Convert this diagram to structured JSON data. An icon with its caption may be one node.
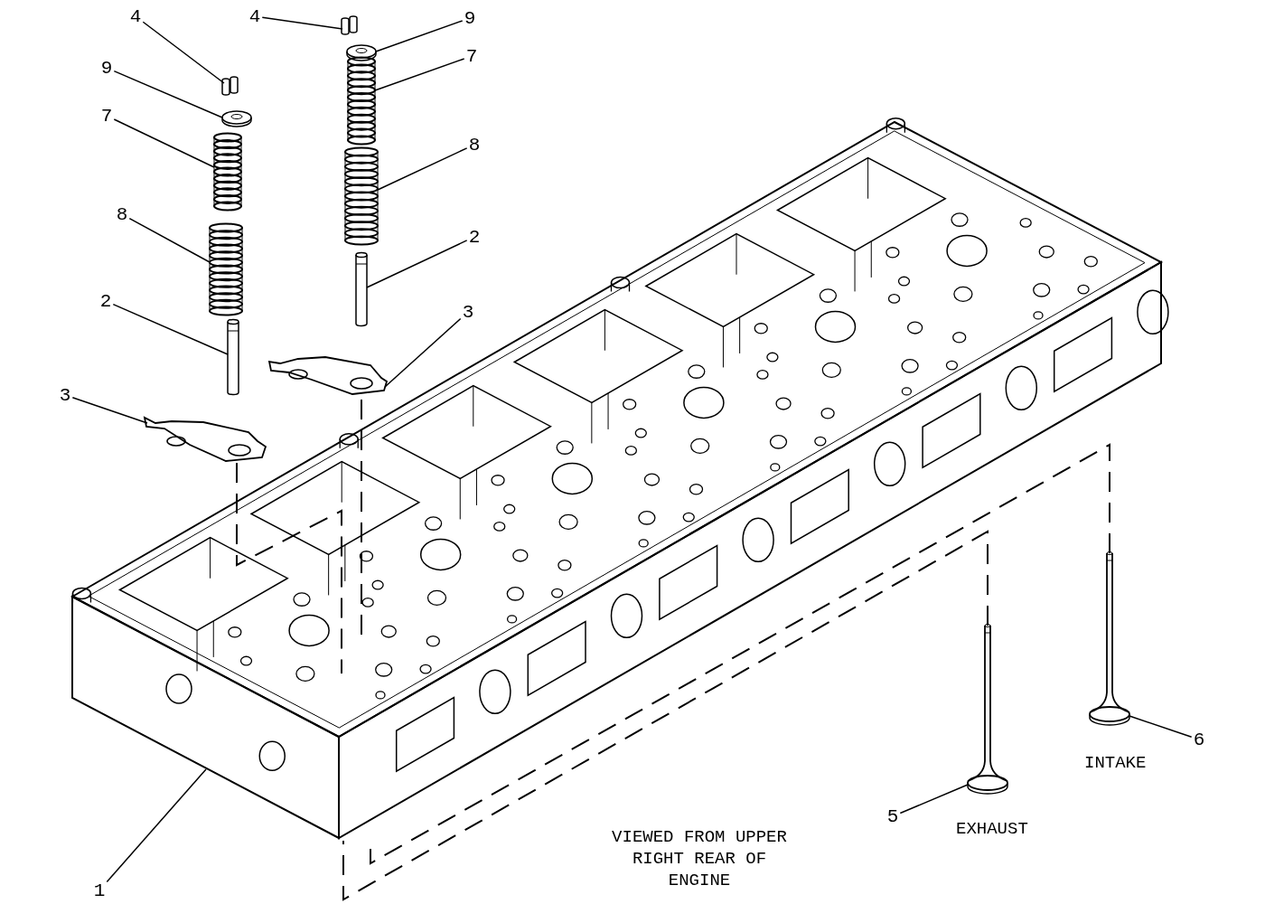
{
  "diagram": {
    "nodes": [
      {
        "text": [
          "4"
        ]
      },
      {
        "text": [
          "4"
        ]
      },
      {
        "text": [
          "9"
        ]
      },
      {
        "text": [
          "7"
        ]
      },
      {
        "text": [
          "9"
        ]
      },
      {
        "text": [
          "7"
        ]
      },
      {
        "text": [
          "8"
        ]
      },
      {
        "text": [
          "8"
        ]
      },
      {
        "text": [
          "2"
        ]
      },
      {
        "text": [
          "2"
        ]
      },
      {
        "text": [
          "3"
        ]
      },
      {
        "text": [
          "3"
        ]
      },
      {
        "text": [
          "6"
        ]
      },
      {
        "text": [
          "5"
        ]
      },
      {
        "text": [
          "1"
        ]
      },
      {
        "text": [],
        "shape": "picture"
      },
      {
        "text": [],
        "shape": "picture"
      },
      {
        "text": [],
        "shape": "picture"
      },
      {
        "text": [],
        "shape": "picture"
      },
      {
        "text": [],
        "shape": "picture"
      },
      {
        "text": [],
        "shape": "picture"
      },
      {
        "text": [],
        "shape": "picture"
      },
      {
        "text": [],
        "shape": "picture"
      },
      {
        "text": [],
        "shape": "picture"
      },
      {
        "text": [],
        "shape": "picture"
      },
      {
        "text": [],
        "shape": "picture"
      },
      {
        "text": [],
        "shape": "picture"
      },
      {
        "text": [],
        "shape": "picture"
      },
      {
        "text": [],
        "shape": "picture"
      },
      {
        "text": [],
        "shape": "picture"
      }
    ],
    "edges": [
      {
        "from": 0,
        "to": 15,
        "arrow": "none"
      },
      {
        "from": 1,
        "to": 16,
        "arrow": "none"
      },
      {
        "from": 2,
        "to": 17,
        "arrow": "none"
      },
      {
        "from": 3,
        "to": 18,
        "arrow": "none"
      },
      {
        "from": 4,
        "to": 19,
        "arrow": "none"
      },
      {
        "from": 5,
        "to": 20,
        "arrow": "none"
      },
      {
        "from": 6,
        "to": 21,
        "arrow": "none"
      },
      {
        "from": 7,
        "to": 22,
        "arrow": "none"
      },
      {
        "from": 8,
        "to": 23,
        "arrow": "none"
      },
      {
        "from": 9,
        "to": 24,
        "arrow": "none"
      },
      {
        "from": 10,
        "to": 25,
        "arrow": "none"
      },
      {
        "from": 11,
        "to": 26,
        "arrow": "none"
      },
      {
        "from": 12,
        "to": 27,
        "arrow": "none"
      },
      {
        "from": 13,
        "to": 28,
        "arrow": "none"
      },
      {
        "from": 14,
        "to": 29,
        "arrow": "none"
      },
      {
        "from": 26,
        "to": 29,
        "arrow": "none",
        "style": "dashed"
      },
      {
        "from": 25,
        "to": 29,
        "arrow": "none",
        "style": "dashed"
      },
      {
        "from": 27,
        "to": 29,
        "arrow": "none",
        "style": "dashed"
      },
      {
        "from": 28,
        "to": 29,
        "arrow": "none",
        "style": "dashed"
      }
    ],
    "labels": [
      "INTAKE",
      "EXHAUST",
      "VIEWED FROM UPPER RIGHT REAR OF ENGINE"
    ]
  }
}
